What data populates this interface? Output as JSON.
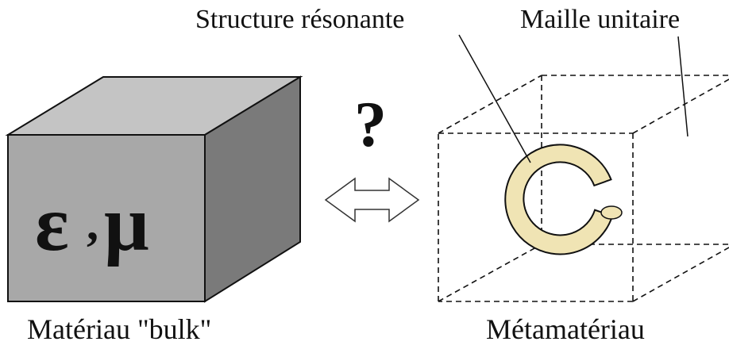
{
  "labels": {
    "bulk_material": "Matériau \"bulk\"",
    "metamaterial": "Métamatériau",
    "resonant_structure": "Structure résonante",
    "unit_cell": "Maille unitaire",
    "question": "?",
    "epsilon": "ε",
    "comma": ",",
    "mu": "μ"
  },
  "colors": {
    "cube_front": "#a8a8a8",
    "cube_top": "#c4c4c4",
    "cube_side": "#7a7a7a",
    "ring_fill": "#f0e4b4",
    "line": "#111111"
  }
}
